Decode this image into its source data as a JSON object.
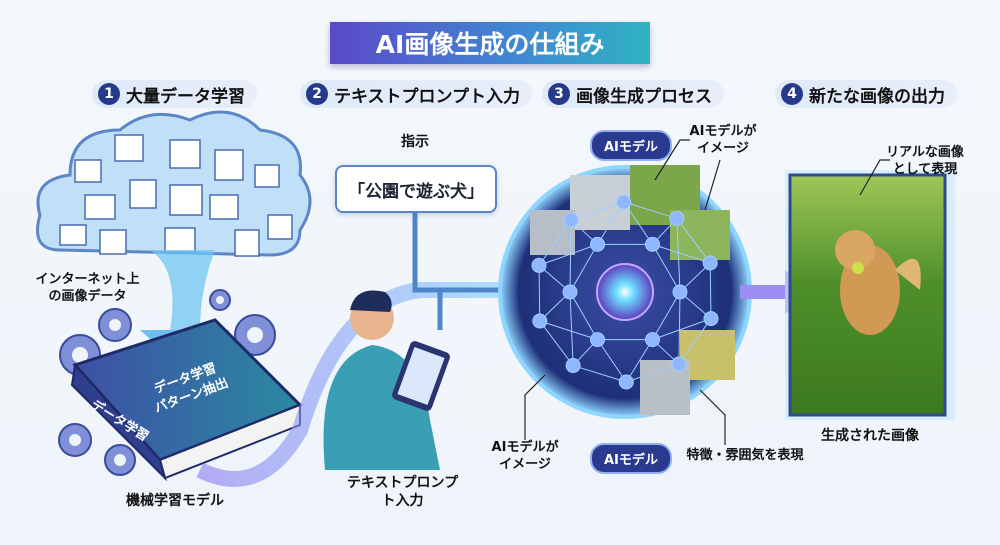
{
  "title": "AI画像生成の仕組み",
  "steps": [
    {
      "num": "1",
      "label": "大量データ学習"
    },
    {
      "num": "2",
      "label": "テキストプロンプト入力"
    },
    {
      "num": "3",
      "label": "画像生成プロセス"
    },
    {
      "num": "4",
      "label": "新たな画像の出力"
    }
  ],
  "step1": {
    "source_label": "インターネット上の画像データ",
    "book_cover_line1": "データ学習",
    "book_cover_line2": "パターン抽出",
    "book_spine": "データ学習",
    "model_label": "機械学習モデル"
  },
  "step2": {
    "instruction_label": "指示",
    "prompt_text": "「公園で遊ぶ犬」",
    "user_label": "テキストプロンプト入力"
  },
  "step3": {
    "model_pill_top": "AIモデル",
    "model_pill_bottom": "AIモデル",
    "callout_top": "AIモデルがイメージ",
    "callout_left": "AIモデルがイメージ",
    "callout_features": "特徴・雰囲気を表現"
  },
  "step4": {
    "callout_realistic": "リアルな画像として表現",
    "output_label": "生成された画像"
  },
  "colors": {
    "navy": "#263a8c",
    "purple": "#5b49c9",
    "teal": "#2fb3c1",
    "glow": "#7fd3ff"
  }
}
